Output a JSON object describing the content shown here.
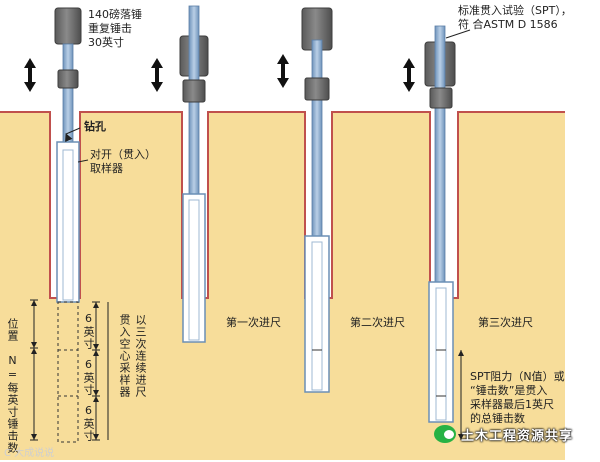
{
  "labels": {
    "hammer": [
      "140磅落锤",
      "重复锤击",
      "30英寸"
    ],
    "borehole": "钻孔",
    "sampler": [
      "对开（贯入）",
      "取样器"
    ],
    "spt_title": [
      "标准贯入试验（SPT），",
      "符 合ASTM D 1586"
    ],
    "advance_1": "第一次进尺",
    "advance_2": "第二次进尺",
    "advance_3": "第三次进尺",
    "position": "位置",
    "n_blows": "N=每英寸锤击数",
    "six_in_1": "6英寸",
    "six_in_2": "6英寸",
    "six_in_3": "6英寸",
    "drive_desc_1": "以三次连续进尺",
    "drive_desc_2": "贯入空心采样器",
    "spt_resistance": [
      "SPT阻力（N值）或",
      "“锤击数”是贯入",
      "采样器最后1英尺",
      "的总锤击数"
    ]
  },
  "watermark_left": "C 大成说说",
  "brand": "土木工程资源共享",
  "colors": {
    "soil": "#f7dd9a",
    "ground_line": "#c0504d",
    "rod": "#8fb1d3",
    "hammer": "#6d6d6d",
    "sampler_fill": "#ffffff",
    "sampler_stroke": "#6b8fb5",
    "brand_green": "#27b244"
  },
  "icons": [
    "double-arrow-icon",
    "wechat-icon"
  ]
}
